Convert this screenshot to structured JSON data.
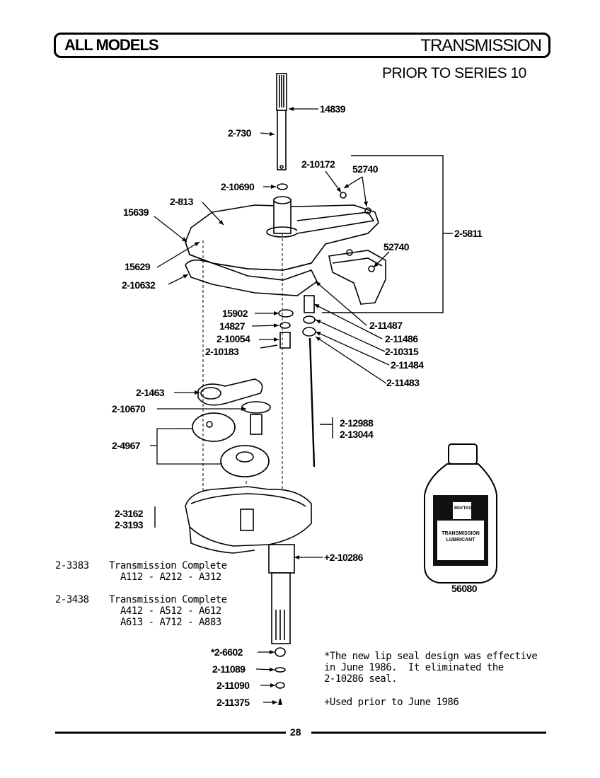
{
  "header": {
    "left_title": "ALL MODELS",
    "right_title": "TRANSMISSION",
    "subtitle": "PRIOR TO SERIES 10"
  },
  "callouts": {
    "p14839": "14839",
    "p2_730": "2-730",
    "p2_10172": "2-10172",
    "p52740_a": "52740",
    "p2_10690": "2-10690",
    "p2_813": "2-813",
    "p15639": "15639",
    "p2_5811": "2-5811",
    "p52740_b": "52740",
    "p15629": "15629",
    "p2_10632": "2-10632",
    "p15902": "15902",
    "p14827": "14827",
    "p2_10054": "2-10054",
    "p2_10183": "2-10183",
    "p2_11487": "2-11487",
    "p2_11486": "2-11486",
    "p2_10315": "2-10315",
    "p2_11484": "2-11484",
    "p2_11483": "2-11483",
    "p2_1463": "2-1463",
    "p2_10670": "2-10670",
    "p2_4967": "2-4967",
    "p2_12988": "2-12988",
    "p2_13044": "2-13044",
    "p2_3162": "2-3162",
    "p2_3193": "2-3193",
    "p2_10286": "+2-10286",
    "p56080": "56080",
    "p2_6602": "*2-6602",
    "p2_11089": "2-11089",
    "p2_11090": "2-11090",
    "p2_11375": "2-11375"
  },
  "assemblies": [
    {
      "part": "2-3383",
      "description": "Transmission Complete",
      "models_line1": "A112 - A212 - A312",
      "models_line2": ""
    },
    {
      "part": "2-3438",
      "description": "Transmission Complete",
      "models_line1": "A412 - A512 - A612",
      "models_line2": "A613 - A712 - A883"
    }
  ],
  "notes": {
    "line1": "*The new lip seal design was effective",
    "line2": "in June 1986.  It eliminated the",
    "line3": "2-10286 seal.",
    "line4": "+Used prior to June 1986"
  },
  "bottle": {
    "brand": "MAYTAG",
    "product": "TRANSMISSION LUBRICANT"
  },
  "footer": {
    "page_number": "28"
  }
}
